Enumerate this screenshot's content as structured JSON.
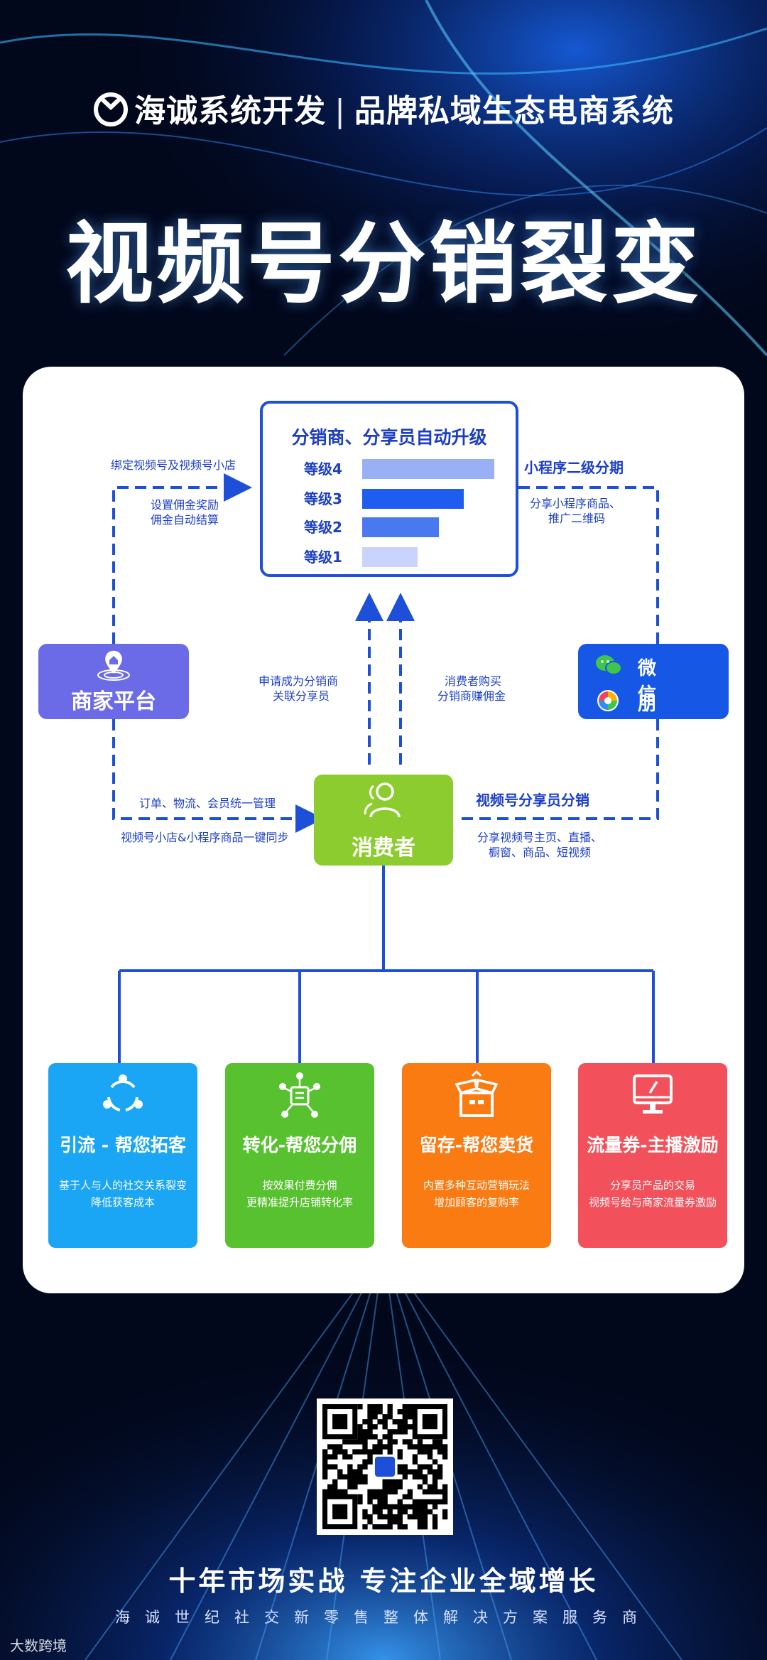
{
  "header": {
    "brand": "海诚系统开发",
    "separator": "|",
    "tagline": "品牌私域生态电商系统"
  },
  "title": "视频号分销裂变",
  "levels": {
    "title": "分销商、分享员自动升级",
    "items": [
      {
        "name": "等级4",
        "fill": 1.0,
        "color": "#9ab0f4"
      },
      {
        "name": "等级3",
        "fill": 0.77,
        "color": "#1f5cf0"
      },
      {
        "name": "等级2",
        "fill": 0.58,
        "color": "#4a78ee"
      },
      {
        "name": "等级1",
        "fill": 0.42,
        "color": "#c8d4fb"
      }
    ]
  },
  "labels": {
    "bind": "绑定视频号及视频号小店",
    "commission_line1": "设置佣金奖励",
    "commission_line2": "佣金自动结算",
    "mini_program": "小程序二级分期",
    "share_line1": "分享小程序商品、",
    "share_line2": "推广二维码",
    "apply_line1": "申请成为分销商",
    "apply_line2": "关联分享员",
    "buy_line1": "消费者购买",
    "buy_line2": "分销商赚佣金",
    "orders": "订单、物流、会员统一管理",
    "sync": "视频号小店&小程序商品一键同步",
    "channel_share": "视频号分享员分销",
    "channel_line1": "分享视频号主页、直播、",
    "channel_line2": "橱窗、商品、短视频"
  },
  "nodes": {
    "merchant": "商家平台",
    "wechat": "微信",
    "moments": "朋友圈",
    "consumer": "消费者"
  },
  "features": [
    {
      "title": "引流 - 帮您拓客",
      "line1": "基于人与人的社交关系裂变",
      "line2": "降低获客成本",
      "color": "#1aa6f4",
      "icon": "share-cycle-icon"
    },
    {
      "title": "转化-帮您分佣",
      "line1": "按效果付费分佣",
      "line2": "更精准提升店铺转化率",
      "color": "#58c130",
      "icon": "network-doc-icon"
    },
    {
      "title": "留存-帮您卖货",
      "line1": "内置多种互动营销玩法",
      "line2": "增加顾客的复购率",
      "color": "#f97b12",
      "icon": "open-box-icon"
    },
    {
      "title": "流量券-主播激励",
      "line1": "分享员产品的交易",
      "line2": "视频号给与商家流量券激励",
      "color": "#f2505a",
      "icon": "monitor-icon"
    }
  ],
  "footer": {
    "slogan": "十年市场实战  专注企业全域增长",
    "sub": "海诚世纪社交新零售整体解决方案服务商",
    "watermark": "大数跨境"
  },
  "colors": {
    "line": "#1d4fd8",
    "text": "#1c3fc8"
  }
}
